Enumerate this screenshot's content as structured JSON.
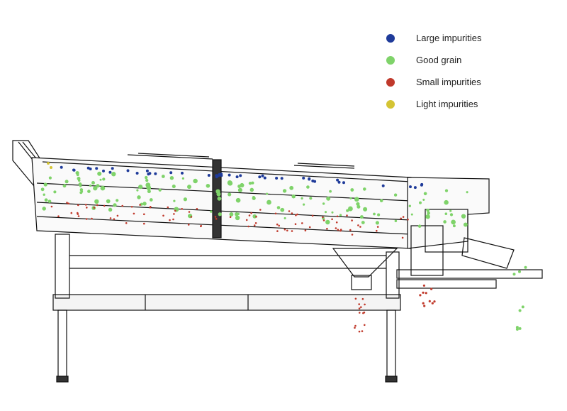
{
  "legend": {
    "items": [
      {
        "label": "Large impurities",
        "color": "#1f3b9a"
      },
      {
        "label": "Good grain",
        "color": "#7fd36a"
      },
      {
        "label": "Small impurities",
        "color": "#c0392b"
      },
      {
        "label": "Light impurities",
        "color": "#d4c434"
      }
    ]
  },
  "colors": {
    "line": "#111111",
    "frame": "#222222"
  }
}
